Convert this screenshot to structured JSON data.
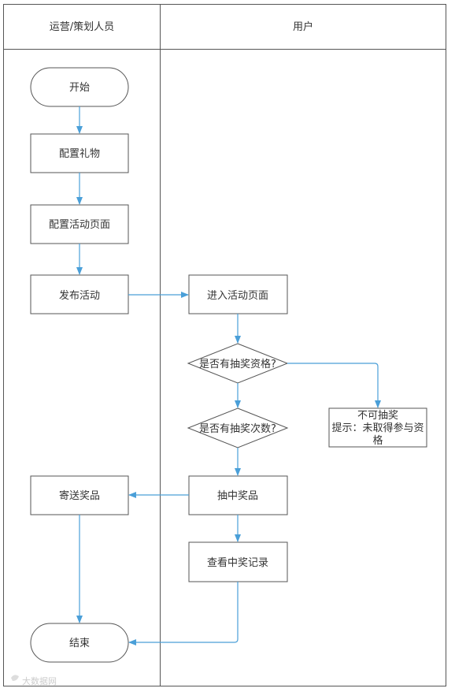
{
  "lanes": {
    "ops_title": "运营/策划人员",
    "user_title": "用户"
  },
  "nodes": {
    "start": "开始",
    "config_gift": "配置礼物",
    "config_page": "配置活动页面",
    "publish": "发布活动",
    "enter_page": "进入活动页面",
    "check_eligible": "是否有抽奖资格?",
    "not_eligible_line1": "不可抽奖",
    "not_eligible_line2": "提示：未取得参与资",
    "not_eligible_line3": "格",
    "check_count": "是否有抽奖次数?",
    "win_prize": "抽中奖品",
    "view_record": "查看中奖记录",
    "ship_prize": "寄送奖品",
    "end": "结束"
  },
  "watermark": "大数据网",
  "colors": {
    "border": "#555555",
    "arrow": "#4a9fd8",
    "text": "#333333"
  }
}
